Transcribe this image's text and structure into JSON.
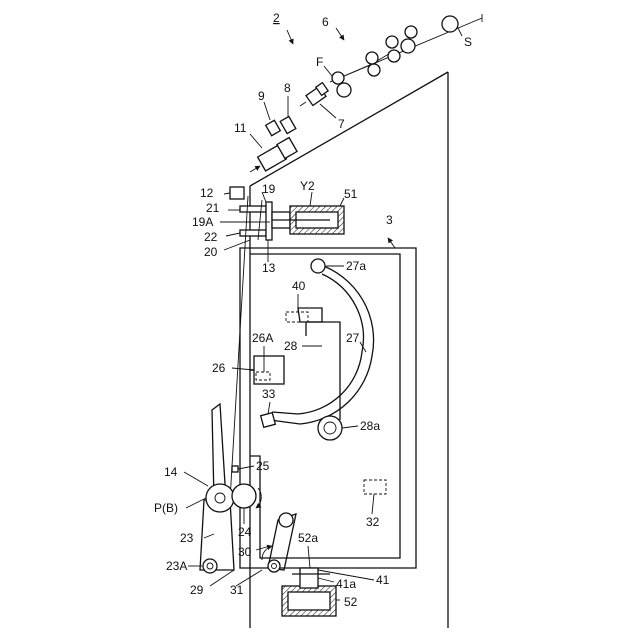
{
  "figure": {
    "labels": {
      "device": "2",
      "unit_6": "6",
      "sheet": "S",
      "film": "F",
      "part_7": "7",
      "part_8": "8",
      "part_9": "9",
      "part_11": "11",
      "part_12": "12",
      "part_19": "19",
      "part_Y2": "Y2",
      "part_51": "51",
      "part_21": "21",
      "part_19A": "19A",
      "part_22": "22",
      "part_20": "20",
      "part_13": "13",
      "part_3": "3",
      "part_27a": "27a",
      "part_40": "40",
      "part_28": "28",
      "part_27": "27",
      "part_26A": "26A",
      "part_26": "26",
      "part_33": "33",
      "part_28a": "28a",
      "part_14": "14",
      "part_25": "25",
      "part_PB": "P(B)",
      "part_24": "24",
      "part_32": "32",
      "part_23": "23",
      "part_30": "30",
      "part_52a": "52a",
      "part_23A": "23A",
      "part_29": "29",
      "part_31": "31",
      "part_41a": "41a",
      "part_41": "41",
      "part_52": "52"
    }
  }
}
